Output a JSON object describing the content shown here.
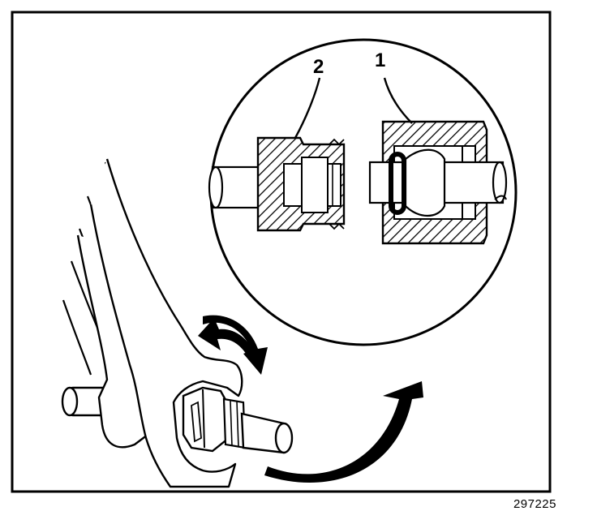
{
  "callouts": {
    "label_1": "1",
    "label_2": "2"
  },
  "figure_number": "297225",
  "colors": {
    "ink": "#000000",
    "paper": "#ffffff"
  }
}
